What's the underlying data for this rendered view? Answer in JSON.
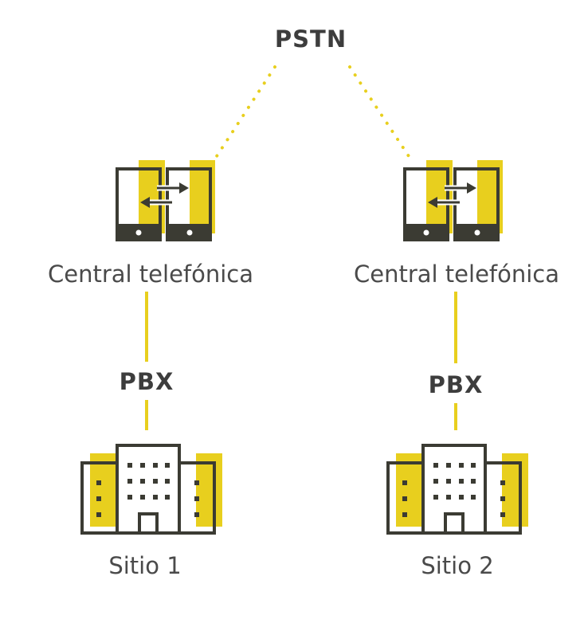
{
  "nodes": {
    "pstn": {
      "label": "PSTN"
    },
    "pbx_1": {
      "label": "PBX"
    },
    "pbx_2": {
      "label": "PBX"
    },
    "exchange_1": {
      "label": "Central telefónica",
      "icon": "telephone-exchange-icon"
    },
    "exchange_2": {
      "label": "Central telefónica",
      "icon": "telephone-exchange-icon"
    },
    "site_1": {
      "label": "Sitio 1",
      "icon": "office-building-icon"
    },
    "site_2": {
      "label": "Sitio 2",
      "icon": "office-building-icon"
    }
  },
  "colors": {
    "accent_yellow": "#e8cf1e",
    "outline_dark": "#3b3b33",
    "text": "#3f3f3f"
  }
}
